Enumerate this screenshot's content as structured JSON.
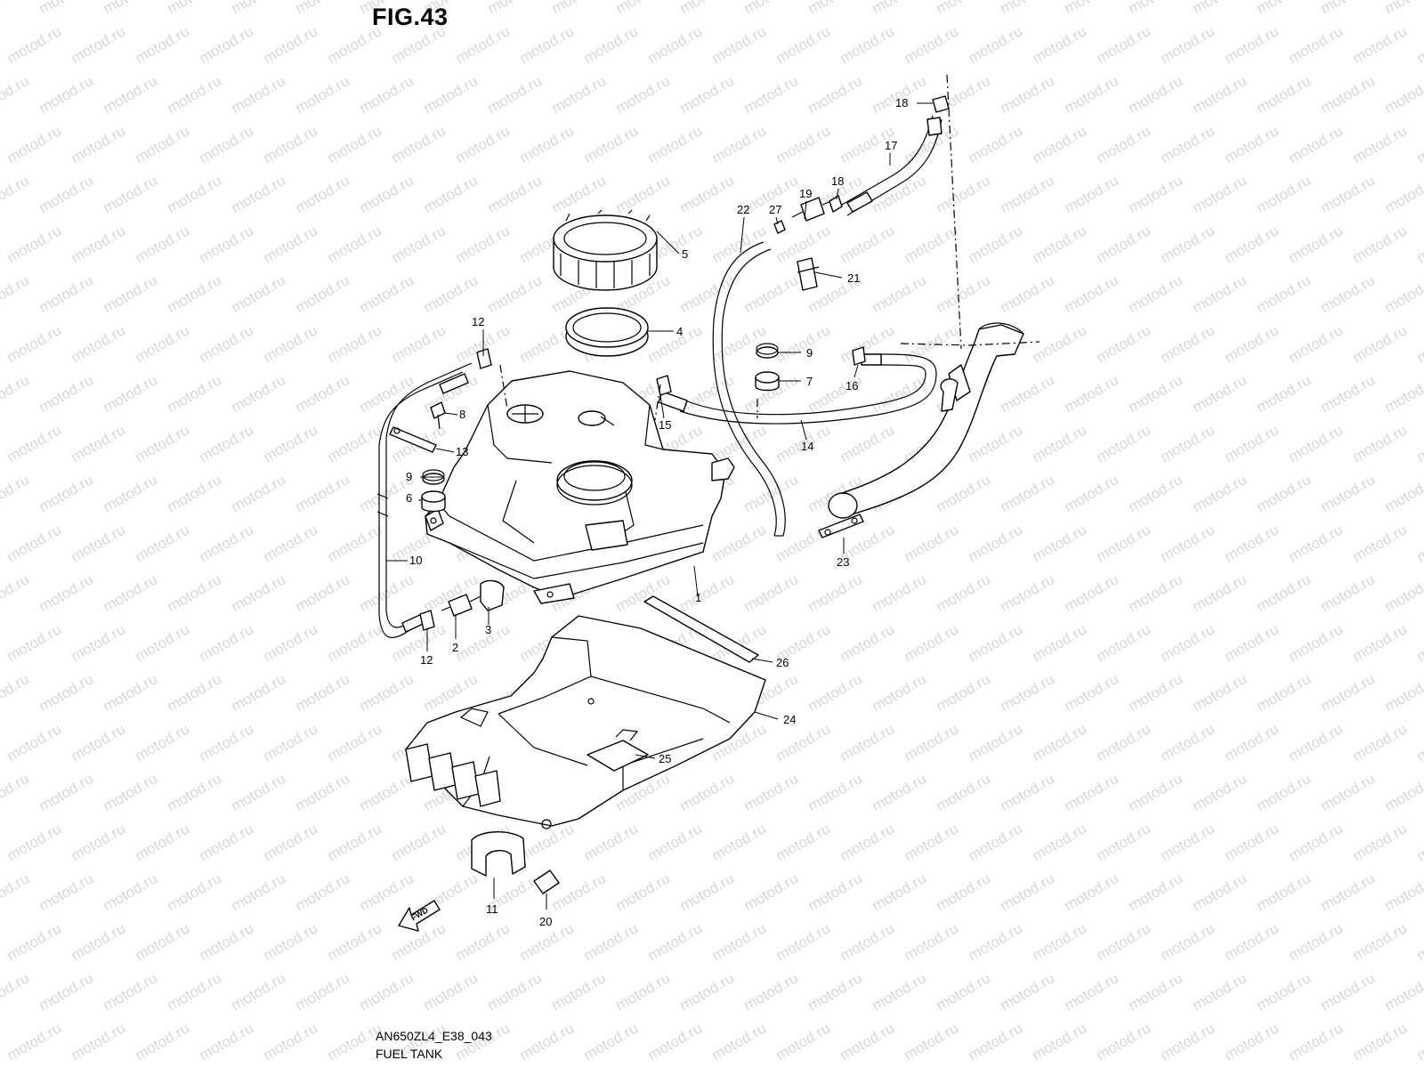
{
  "figure": {
    "title": "FIG.43",
    "diagram_code": "AN650ZL4_E38_043",
    "section_name": "FUEL TANK",
    "watermark": "motod.ru",
    "direction_mark": "FWD"
  },
  "callouts": [
    "1",
    "2",
    "3",
    "4",
    "5",
    "6",
    "7",
    "8",
    "9",
    "9",
    "10",
    "11",
    "12",
    "12",
    "13",
    "14",
    "15",
    "16",
    "17",
    "18",
    "18",
    "19",
    "20",
    "21",
    "22",
    "23",
    "24",
    "25",
    "26",
    "27"
  ],
  "colors": {
    "line": "#000000",
    "background": "#ffffff",
    "watermark": "#d8d8d8"
  }
}
